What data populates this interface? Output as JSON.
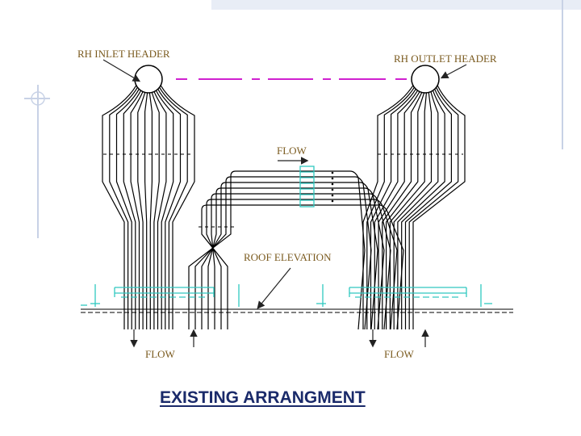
{
  "diagram": {
    "labels": {
      "inlet_header": "RH INLET HEADER",
      "outlet_header": "RH OUTLET HEADER",
      "flow_top": "FLOW",
      "roof_elevation": "ROOF ELEVATION",
      "flow_bottom_left": "FLOW",
      "flow_bottom_right": "FLOW"
    },
    "title": "EXISTING ARRANGMENT",
    "colors": {
      "tubes": "#000000",
      "centerline": "#d020d0",
      "roof_supports": "#30c8c0",
      "labels": "#7a5a1e",
      "title": "#1a2a6a",
      "frame": "#c0cce0"
    }
  }
}
